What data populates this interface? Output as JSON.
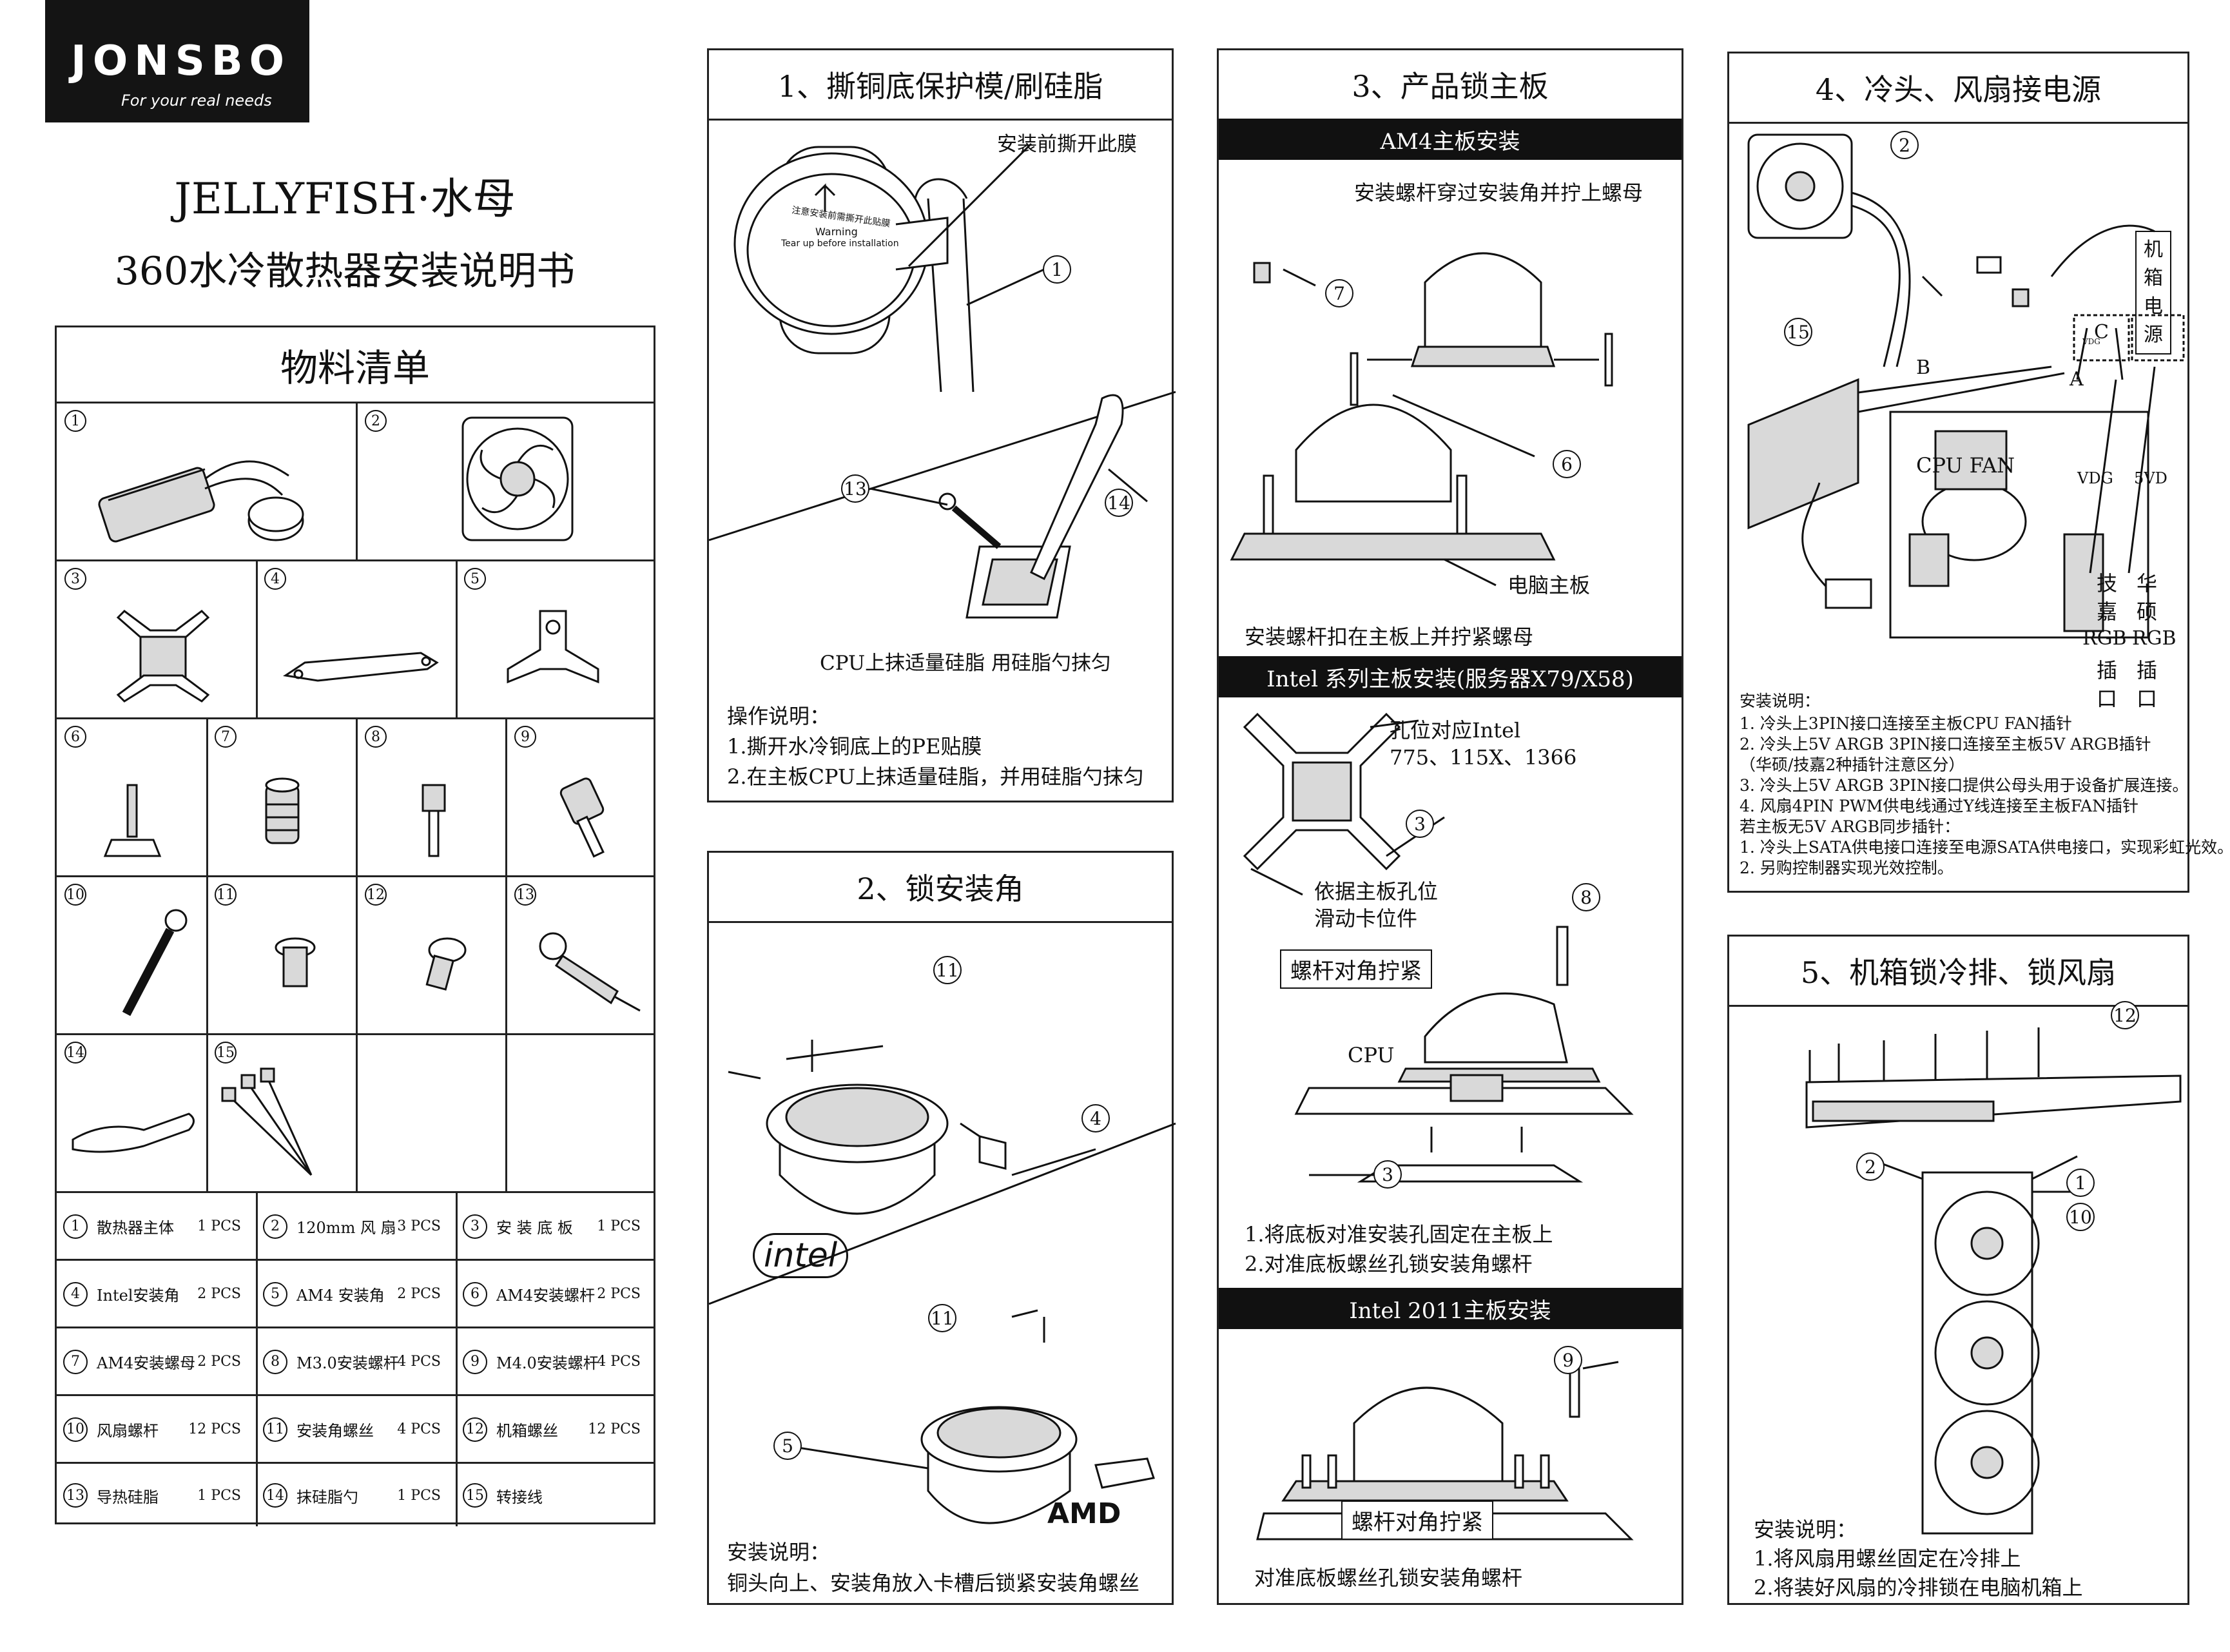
{
  "brand": {
    "name": "JONSBO",
    "tagline": "For your real needs"
  },
  "title": {
    "line1": "JELLYFISH·水母",
    "line2": "360水冷散热器安装说明书"
  },
  "bom": {
    "title": "物料清单",
    "cells": [
      "1",
      "2",
      "3",
      "4",
      "5",
      "6",
      "7",
      "8",
      "9",
      "10",
      "11",
      "12",
      "13",
      "14",
      "15"
    ],
    "parts": [
      {
        "n": "1",
        "name": "散热器主体",
        "qty": "1 PCS"
      },
      {
        "n": "2",
        "name": "120mm 风 扇",
        "qty": "3 PCS"
      },
      {
        "n": "3",
        "name": "安 装 底 板",
        "qty": "1 PCS"
      },
      {
        "n": "4",
        "name": "Intel安装角",
        "qty": "2 PCS"
      },
      {
        "n": "5",
        "name": "AM4 安装角",
        "qty": "2 PCS"
      },
      {
        "n": "6",
        "name": "AM4安装螺杆",
        "qty": "2 PCS"
      },
      {
        "n": "7",
        "name": "AM4安装螺母",
        "qty": "2 PCS"
      },
      {
        "n": "8",
        "name": "M3.0安装螺杆",
        "qty": "4 PCS"
      },
      {
        "n": "9",
        "name": "M4.0安装螺杆",
        "qty": "4 PCS"
      },
      {
        "n": "10",
        "name": "风扇螺杆",
        "qty": "12 PCS"
      },
      {
        "n": "11",
        "name": "安装角螺丝",
        "qty": "4 PCS"
      },
      {
        "n": "12",
        "name": "机箱螺丝",
        "qty": "12 PCS"
      },
      {
        "n": "13",
        "name": "导热硅脂",
        "qty": "1 PCS"
      },
      {
        "n": "14",
        "name": "抹硅脂勺",
        "qty": "1 PCS"
      },
      {
        "n": "15",
        "name": "转接线",
        "qty": ""
      }
    ]
  },
  "step1": {
    "title": "1、撕铜底保护模/刷硅脂",
    "label_film": "安装前撕开此膜",
    "warning_cn": "注意安装前需撕开此贴膜",
    "warning_en": "Warning",
    "warning_en2": "Tear up before installation",
    "label_grease": "CPU上抹适量硅脂  用硅脂勺抹匀",
    "ops_title": "操作说明：",
    "ops": [
      "1.撕开水冷铜底上的PE贴膜",
      "2.在主板CPU上抹适量硅脂，并用硅脂勺抹匀"
    ],
    "callouts": [
      "1",
      "13",
      "14"
    ]
  },
  "step2": {
    "title": "2、锁安装角",
    "intel": "intel",
    "amd": "AMD",
    "note_title": "安装说明：",
    "note": "铜头向上、安装角放入卡槽后锁紧安装角螺丝",
    "callouts": [
      "11",
      "4",
      "11",
      "5"
    ]
  },
  "step3": {
    "title": "3、产品锁主板",
    "band_am4": "AM4主板安装",
    "am4_top": "安装螺杆穿过安装角并拧上螺母",
    "am4_board": "电脑主板",
    "am4_bottom": "安装螺杆扣在主板上并拧紧螺母",
    "band_intel": "Intel 系列主板安装(服务器X79/X58)",
    "intel_holes1": "孔位对应Intel",
    "intel_holes2": "775、115X、1366",
    "intel_slide1": "依据主板孔位",
    "intel_slide2": "滑动卡位件",
    "diag_tight": "螺杆对角拧紧",
    "cpu": "CPU",
    "intel_note1": "1.将底板对准安装孔固定在主板上",
    "intel_note2": "2.对准底板螺丝孔锁安装角螺杆",
    "band_2011": "Intel 2011主板安装",
    "diag_tight2": "螺杆对角拧紧",
    "note_2011": "对准底板螺丝孔锁安装角螺杆",
    "callouts": [
      "7",
      "6",
      "3",
      "8",
      "3",
      "9"
    ]
  },
  "step4": {
    "title": "4、冷头、风扇接电源",
    "psu": [
      "机",
      "箱",
      "电",
      "源"
    ],
    "label_c": "C",
    "label_b": "B",
    "label_a": "A",
    "cpu_fan": "CPU  FAN",
    "vdg": "VDG",
    "fivevd": "5VD",
    "vdg_small": "VDG",
    "col1": [
      "技",
      "嘉"
    ],
    "col2": [
      "华",
      "硕"
    ],
    "rgb": "RGB",
    "col1b": [
      "插",
      "口"
    ],
    "col2b": [
      "插",
      "口"
    ],
    "note_title": "安装说明：",
    "notes": [
      "1.   冷头上3PIN接口连接至主板CPU FAN插针",
      "2.   冷头上5V ARGB 3PIN接口连接至主板5V ARGB插针",
      "     （华硕/技嘉2种插针注意区分）",
      "3.   冷头上5V ARGB 3PIN接口提供公母头用于设备扩展连接。",
      "4.   风扇4PIN PWM供电线通过Y线连接至主板FAN插针",
      "若主板无5V ARGB同步插针：",
      "1.   冷头上SATA供电接口连接至电源SATA供电接口，实现彩虹光效。",
      "2.   另购控制器实现光效控制。"
    ],
    "callouts": [
      "2",
      "15"
    ]
  },
  "step5": {
    "title": "5、机箱锁冷排、锁风扇",
    "note_title": "安装说明：",
    "notes": [
      "1.将风扇用螺丝固定在冷排上",
      "2.将装好风扇的冷排锁在电脑机箱上"
    ],
    "callouts": [
      "12",
      "2",
      "1",
      "10"
    ]
  }
}
